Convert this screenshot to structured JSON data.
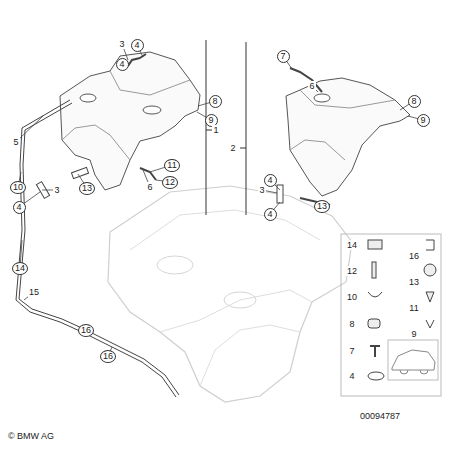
{
  "diagram": {
    "nodes": [
      {
        "text": [
          "4"
        ]
      },
      {
        "text": [
          "4"
        ]
      },
      {
        "text": [
          "8"
        ]
      },
      {
        "text": [
          "9"
        ]
      },
      {
        "text": [
          "10"
        ]
      },
      {
        "text": [
          "4"
        ]
      },
      {
        "text": [
          "13"
        ]
      },
      {
        "text": [
          "11"
        ]
      },
      {
        "text": [
          "12"
        ]
      },
      {
        "text": [
          "14"
        ]
      },
      {
        "text": [
          "16"
        ]
      },
      {
        "text": [
          "16"
        ]
      },
      {
        "text": [
          "7"
        ]
      },
      {
        "text": [
          "8"
        ]
      },
      {
        "text": [
          "9"
        ]
      },
      {
        "text": [
          "4"
        ]
      },
      {
        "text": [
          "4"
        ]
      },
      {
        "text": [
          "13"
        ]
      }
    ],
    "labels": [
      "3",
      "1",
      "5",
      "3",
      "6",
      "15",
      "2",
      "6",
      "3",
      "14",
      "16",
      "12",
      "13",
      "10",
      "11",
      "8",
      "9",
      "7",
      "4",
      "© BMW AG",
      "00094787"
    ]
  }
}
